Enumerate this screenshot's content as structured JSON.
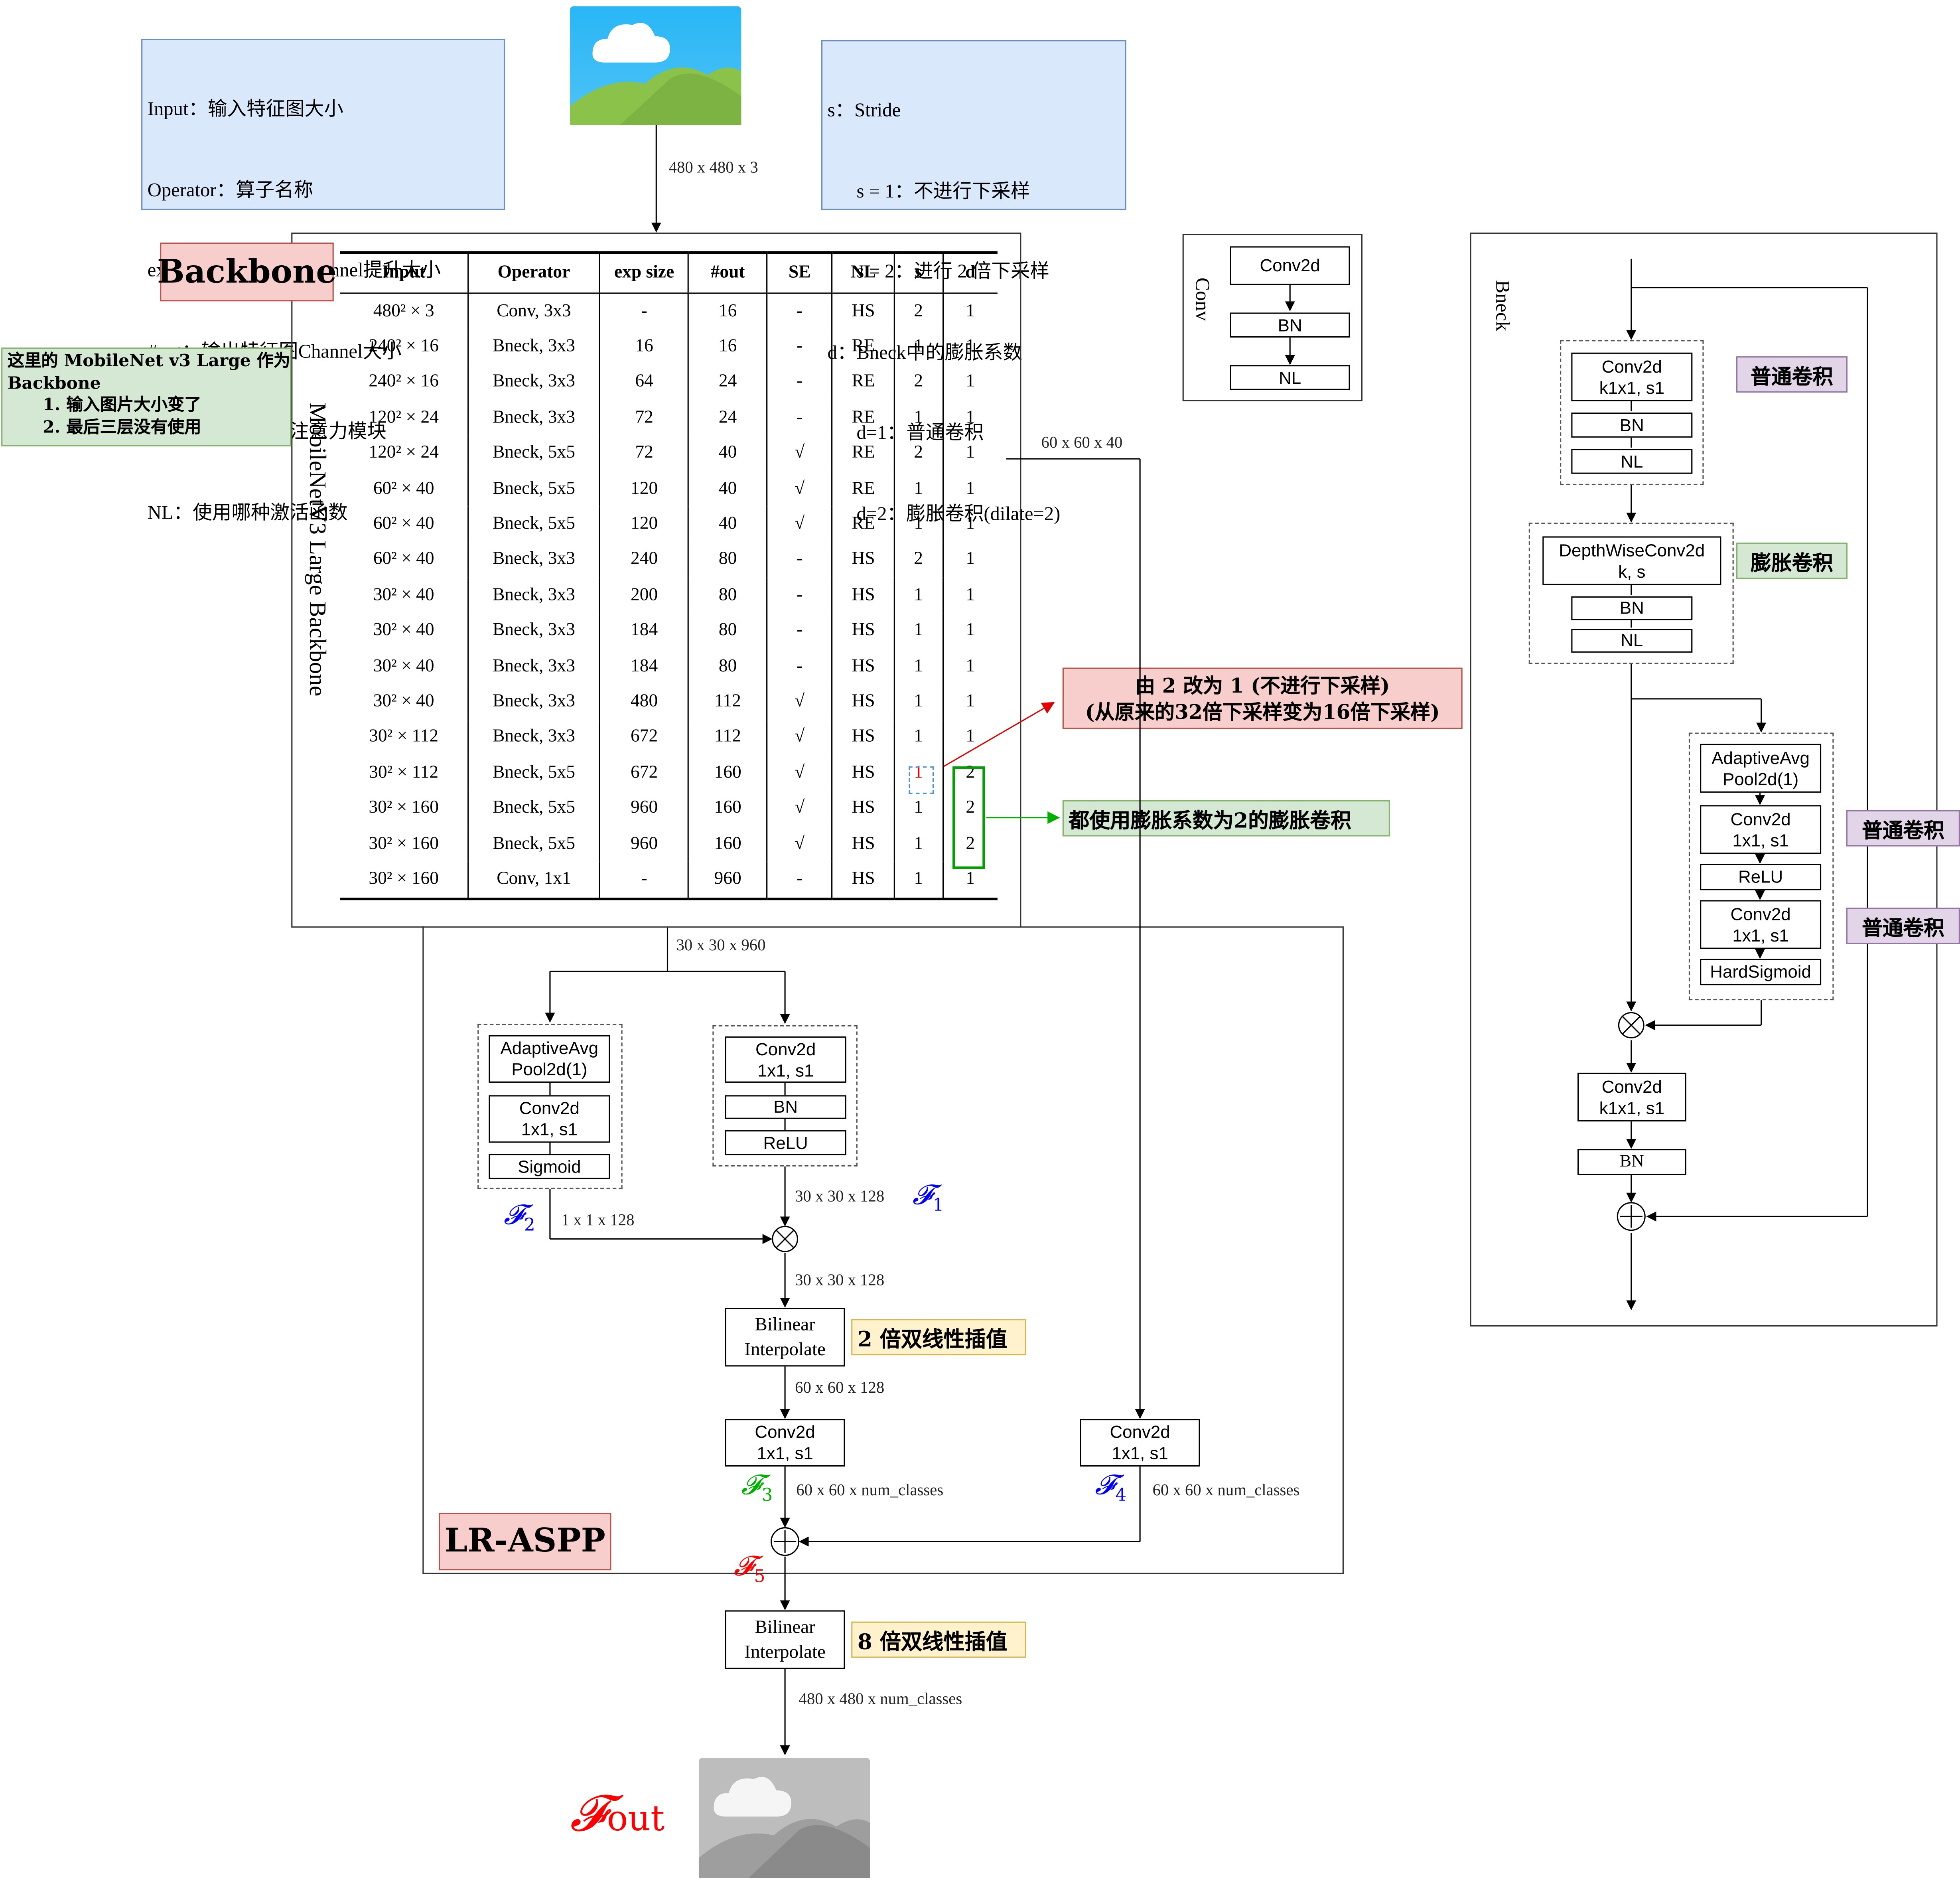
{
  "legend_left": {
    "lines": [
      "Input：输入特征图大小",
      "Operator：算子名称",
      "exp size：Bneck中Channel提升大小",
      "#out：输出特征图Channel大小",
      "SE：是否使用SE注意力模块",
      "NL：使用哪种激活函数"
    ]
  },
  "legend_right": {
    "lines": [
      "s：Stride",
      "      s = 1：不进行下采样",
      "      s = 2：进行 2 倍下采样",
      "d：Bneck中的膨胀系数",
      "      d=1：普通卷积",
      "      d=2：膨胀卷积(dilate=2)"
    ]
  },
  "input_size": "480 x 480 x 3",
  "backbone": {
    "tag": "Backbone",
    "side_title": "MobileNetV3 Large Backbone",
    "note": "这里的 MobileNet v3 Large 作为\nBackbone\n      1. 输入图片大小变了\n      2. 最后三层没有使用",
    "headers": [
      "Input",
      "Operator",
      "exp size",
      "#out",
      "SE",
      "NL",
      "s",
      "d"
    ],
    "rows": [
      [
        "480² × 3",
        "Conv, 3x3",
        "-",
        "16",
        "-",
        "HS",
        "2",
        "1"
      ],
      [
        "240² × 16",
        "Bneck, 3x3",
        "16",
        "16",
        "-",
        "RE",
        "1",
        "1"
      ],
      [
        "240² × 16",
        "Bneck, 3x3",
        "64",
        "24",
        "-",
        "RE",
        "2",
        "1"
      ],
      [
        "120² × 24",
        "Bneck, 3x3",
        "72",
        "24",
        "-",
        "RE",
        "1",
        "1"
      ],
      [
        "120² × 24",
        "Bneck, 5x5",
        "72",
        "40",
        "√",
        "RE",
        "2",
        "1"
      ],
      [
        "60² × 40",
        "Bneck, 5x5",
        "120",
        "40",
        "√",
        "RE",
        "1",
        "1"
      ],
      [
        "60² × 40",
        "Bneck, 5x5",
        "120",
        "40",
        "√",
        "RE",
        "1",
        "1"
      ],
      [
        "60² × 40",
        "Bneck, 3x3",
        "240",
        "80",
        "-",
        "HS",
        "2",
        "1"
      ],
      [
        "30² × 40",
        "Bneck, 3x3",
        "200",
        "80",
        "-",
        "HS",
        "1",
        "1"
      ],
      [
        "30² × 40",
        "Bneck, 3x3",
        "184",
        "80",
        "-",
        "HS",
        "1",
        "1"
      ],
      [
        "30² × 40",
        "Bneck, 3x3",
        "184",
        "80",
        "-",
        "HS",
        "1",
        "1"
      ],
      [
        "30² × 40",
        "Bneck, 3x3",
        "480",
        "112",
        "√",
        "HS",
        "1",
        "1"
      ],
      [
        "30² × 112",
        "Bneck, 3x3",
        "672",
        "112",
        "√",
        "HS",
        "1",
        "1"
      ],
      [
        "30² × 112",
        "Bneck, 5x5",
        "672",
        "160",
        "√",
        "HS",
        "1",
        "2"
      ],
      [
        "30² × 160",
        "Bneck, 5x5",
        "960",
        "160",
        "√",
        "HS",
        "1",
        "2"
      ],
      [
        "30² × 160",
        "Bneck, 5x5",
        "960",
        "160",
        "√",
        "HS",
        "1",
        "2"
      ],
      [
        "30² × 160",
        "Conv, 1x1",
        "-",
        "960",
        "-",
        "HS",
        "1",
        "1"
      ]
    ],
    "note_stride": "由 2 改为 1 (不进行下采样)\n(从原来的32倍下采样变为16倍下采样)",
    "note_dilation": "都使用膨胀系数为2的膨胀卷积"
  },
  "conv_block": {
    "title": "Conv",
    "items": [
      "Conv2d",
      "BN",
      "NL"
    ]
  },
  "bneck_block": {
    "title": "Bneck",
    "conv1": "Conv2d\nk1x1, s1",
    "bn1": "BN",
    "nl1": "NL",
    "dw": "DepthWiseConv2d\nk, s",
    "bn2": "BN",
    "nl2": "NL",
    "se_pool": "AdaptiveAvg\nPool2d(1)",
    "se_conv1": "Conv2d\n1x1, s1",
    "se_relu": "ReLU",
    "se_conv2": "Conv2d\n1x1, s1",
    "se_hsig": "HardSigmoid",
    "conv_out": "Conv2d\nk1x1, s1",
    "bn_out": "BN",
    "tag_normal_conv": "普通卷积",
    "tag_dilated_conv": "膨胀卷积"
  },
  "lraspp": {
    "tag": "LR-ASPP",
    "backbone_out": "30 x 30 x 960",
    "skip_size": "60 x 60 x 40",
    "pool": "AdaptiveAvg\nPool2d(1)",
    "pool_conv": "Conv2d\n1x1, s1",
    "sigmoid": "Sigmoid",
    "main_conv": "Conv2d\n1x1, s1",
    "main_bn": "BN",
    "main_relu": "ReLU",
    "f1_size": "30 x 30 x 128",
    "f2_size": "1 x 1 x 128",
    "mul_size": "30 x 30 x 128",
    "bilinear": "Bilinear\nInterpolate",
    "bilinear_note": "2 倍双线性插值",
    "up_size": "60 x 60 x 128",
    "conv_f3": "Conv2d\n1x1, s1",
    "conv_f4": "Conv2d\n1x1, s1",
    "f3_size": "60 x 60 x num_classes",
    "f4_size": "60 x 60 x num_classes",
    "final_bilinear": "Bilinear\nInterpolate",
    "final_note": "8 倍双线性插值",
    "out_size": "480 x 480 x num_classes",
    "symbols": {
      "f1": "1",
      "f2": "2",
      "f3": "3",
      "f4": "4",
      "f5": "5",
      "fout": "out"
    }
  },
  "colors": {
    "legend_fill": "#dae8fc",
    "backbone_tag_fill": "#f8cecc",
    "note_green_fill": "#d5e8d4",
    "note_yellow_fill": "#fff2cc",
    "note_purple_fill": "#e1d5e7",
    "f_blue": "#0000ff",
    "f_green": "#00b000",
    "f_red": "#ff0000"
  }
}
